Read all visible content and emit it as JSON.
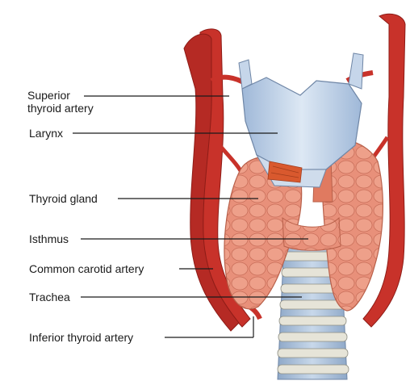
{
  "labels": {
    "superior_thyroid_artery_line1": "Superior",
    "superior_thyroid_artery_line2": "thyroid artery",
    "larynx": "Larynx",
    "thyroid_gland": "Thyroid gland",
    "isthmus": "Isthmus",
    "common_carotid_artery": "Common carotid artery",
    "trachea": "Trachea",
    "inferior_thyroid_artery": "Inferior thyroid artery"
  },
  "colors": {
    "artery": "#c8322a",
    "artery_dark": "#9e1f1a",
    "gland": "#e8907a",
    "gland_light": "#f2b4a0",
    "cartilage": "#b9cde6",
    "trachea_ring": "#d7dad4",
    "muscle": "#d9592e"
  }
}
